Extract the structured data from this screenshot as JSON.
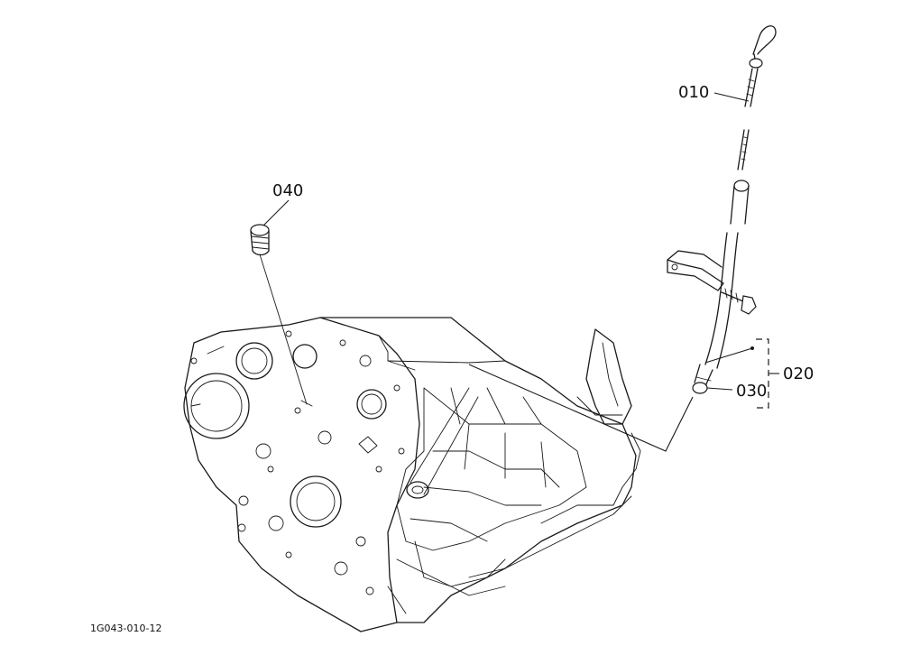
{
  "callouts": {
    "p010": "010",
    "p020": "020",
    "p030": "030",
    "p040": "040"
  },
  "drawing_number": "1G043-010-12"
}
